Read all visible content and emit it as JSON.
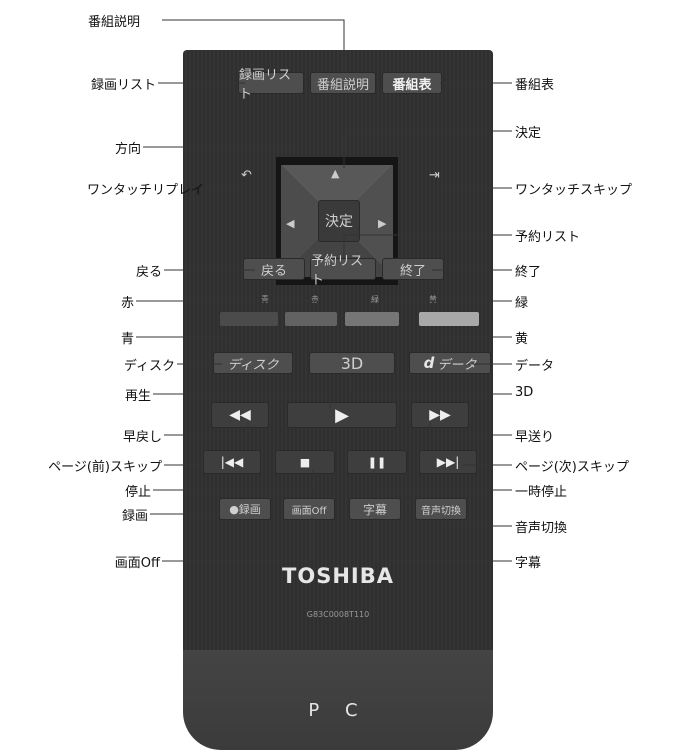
{
  "labels": {
    "bangumi_setsumei": "番組説明",
    "rokuga_list": "録画リスト",
    "bangumihyo": "番組表",
    "houkou": "方向",
    "kettei": "決定",
    "one_touch_replay": "ワンタッチリプレイ",
    "one_touch_skip": "ワンタッチスキップ",
    "yoyaku_list": "予約リスト",
    "modoru": "戻る",
    "shuryo": "終了",
    "aka": "赤",
    "midori": "緑",
    "ao": "青",
    "ki": "黄",
    "disc": "ディスク",
    "data": "データ",
    "saisei": "再生",
    "three_d": "3D",
    "hayamodoshi": "早戻し",
    "hayaokuri": "早送り",
    "page_prev_skip": "ページ(前)スキップ",
    "page_next_skip": "ページ(次)スキップ",
    "teishi": "停止",
    "ichiji_teishi": "一時停止",
    "rokuga": "録画",
    "onsei_kirikae": "音声切換",
    "gamen_off": "画面Off",
    "jimaku": "字幕"
  },
  "remote": {
    "buttons": {
      "rokuga_list": "録画リスト",
      "bangumi_setsumei": "番組説明",
      "bangumihyo": "番組表",
      "kettei": "決定",
      "modoru": "戻る",
      "yoyaku_list": "予約リスト",
      "shuryo": "終了",
      "disc": "ディスク",
      "three_d": "3D",
      "data": "データ",
      "data_mark": "d",
      "rokuga": "●録画",
      "gamen_off": "画面Off",
      "jimaku": "字幕",
      "onsei_kirikae": "音声切換"
    },
    "color_labels": {
      "ao": "青",
      "aka": "赤",
      "midori": "緑",
      "ki": "黄"
    },
    "colors": {
      "ao": "#4b4b4b",
      "aka": "#626262",
      "midori": "#767676",
      "ki": "#a8a8a8"
    },
    "brand": "TOSHIBA",
    "model": "G83C0008T110",
    "footer": "P C"
  }
}
